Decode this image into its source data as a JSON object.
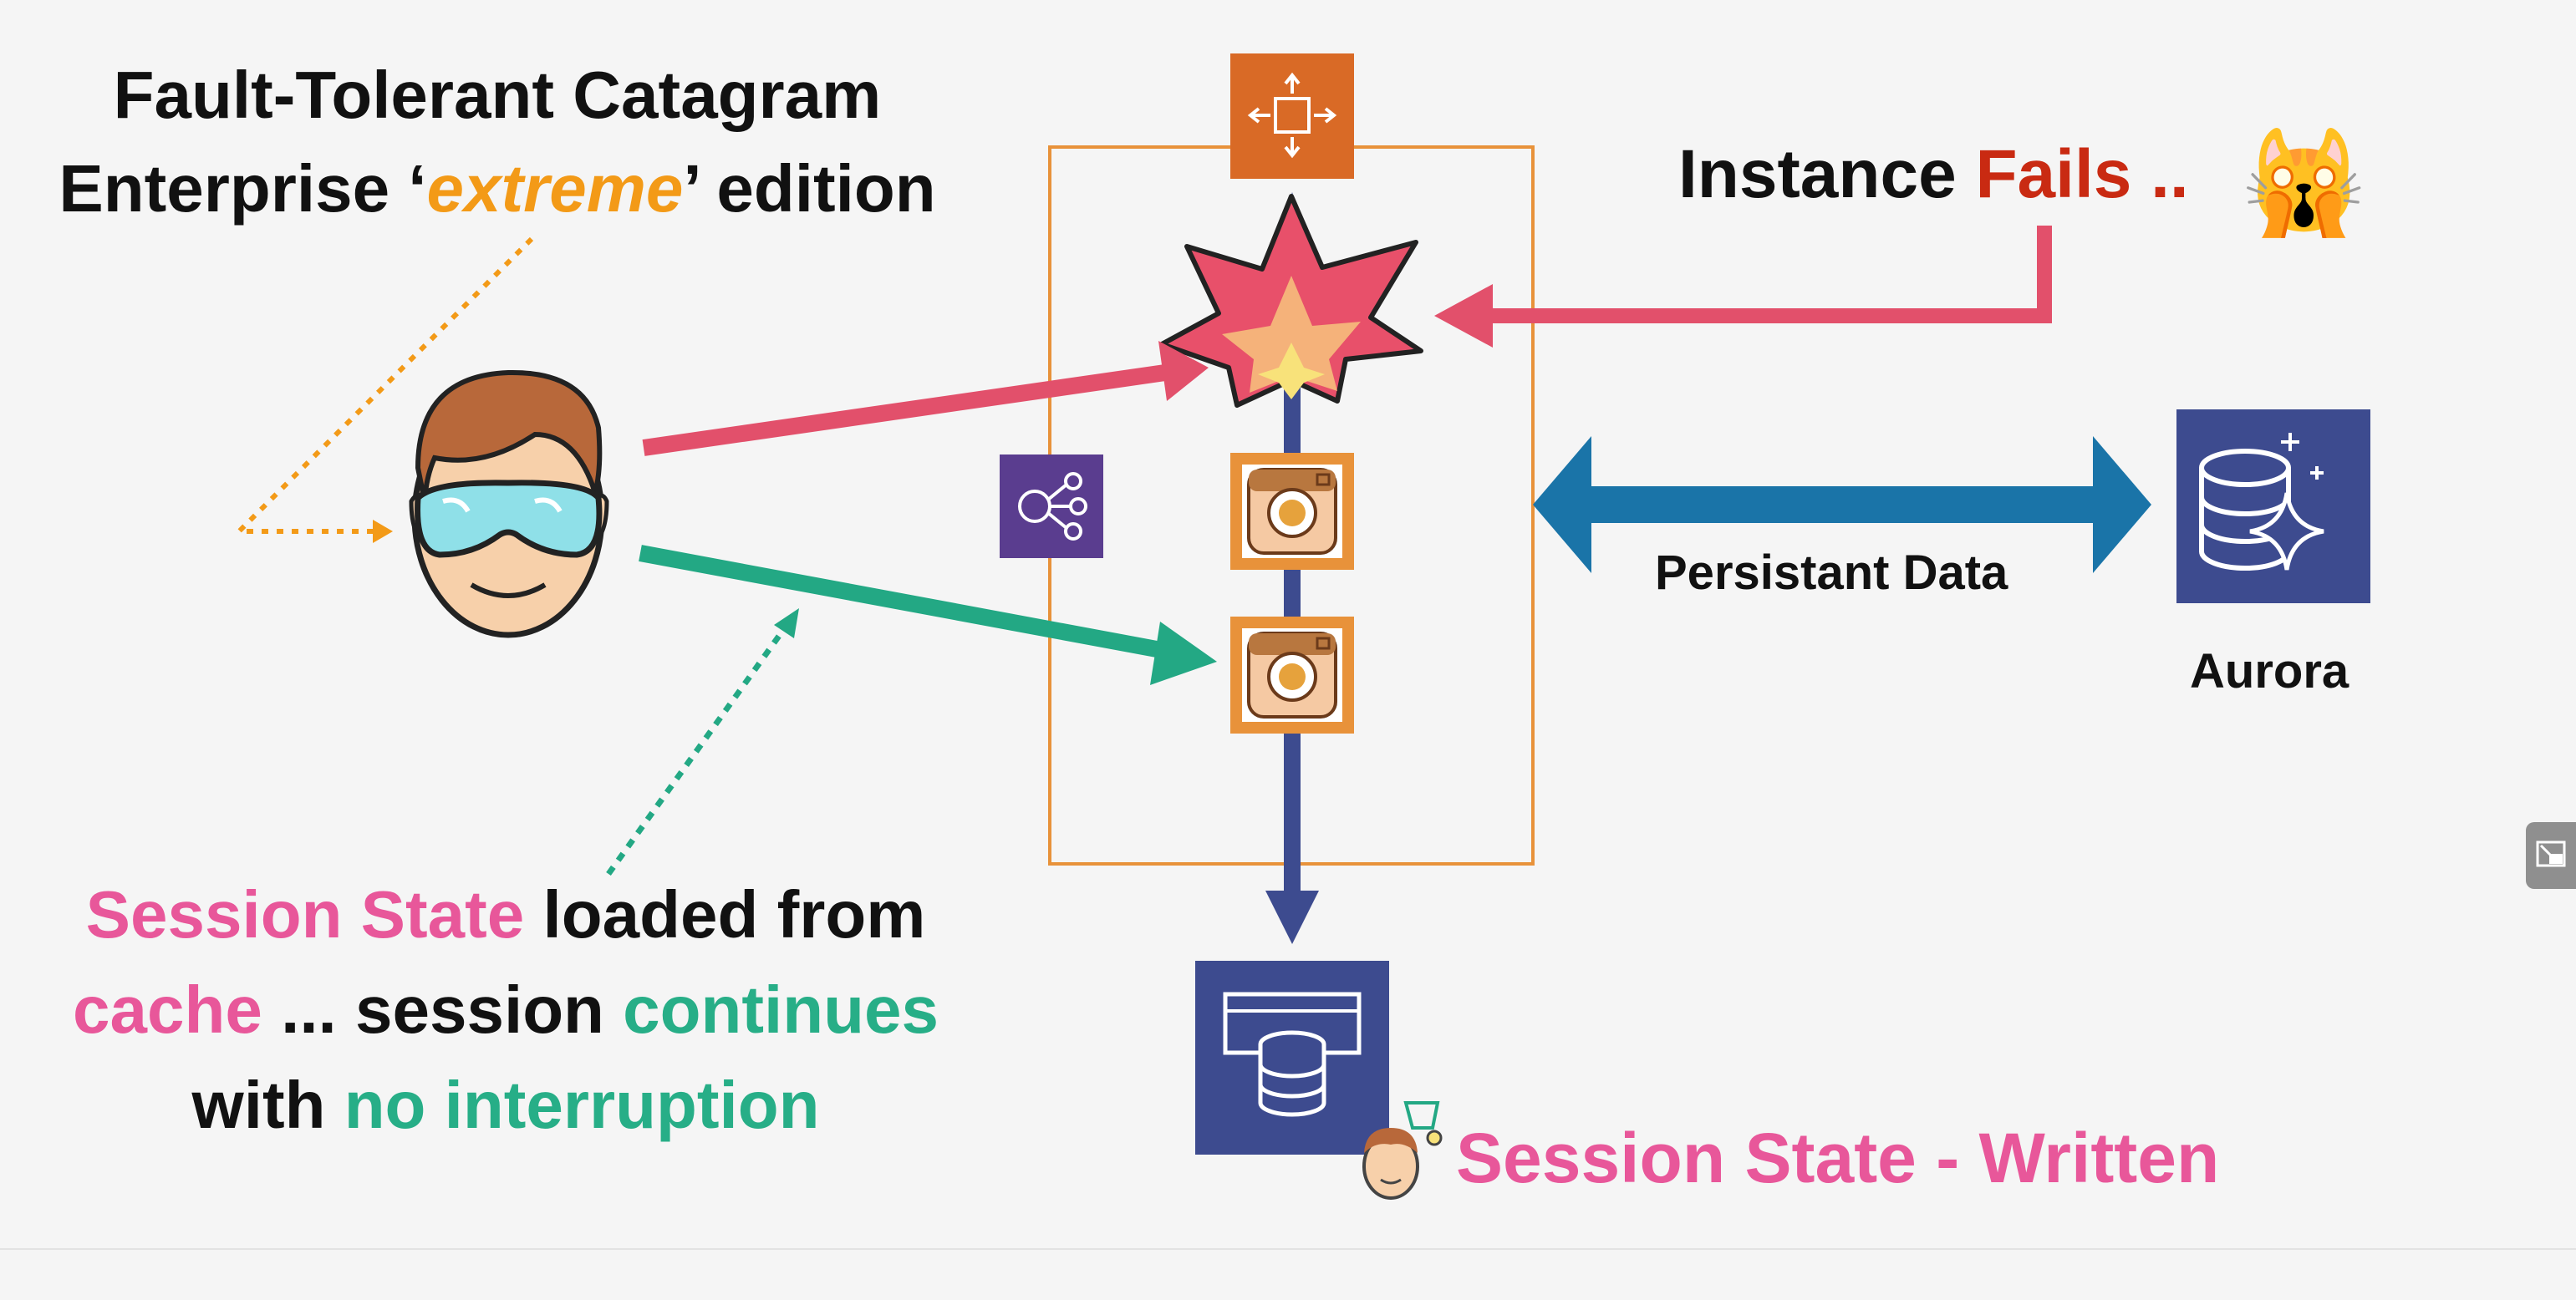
{
  "title": {
    "line1": "Fault-Tolerant Catagram",
    "line2_a": "Enterprise ‘",
    "line2_emph": "extreme",
    "line2_b": "’ edition"
  },
  "instance_fails": {
    "prefix": "Instance ",
    "fails": "Fails ..",
    "emoji": "🙀"
  },
  "persistent_label": "Persistant Data",
  "aurora_label": "Aurora",
  "session_text": {
    "l1_pink": "Session State",
    "l1_rest": " loaded from",
    "l2_pink": "cache",
    "l2_mid": " ... session ",
    "l2_green": "continues",
    "l3_a": "with ",
    "l3_green": "no interruption"
  },
  "written_label": "Session State - Written",
  "icons": {
    "auto_scaling": "auto-scaling-icon",
    "load_balancer": "load-balancer-icon",
    "explosion": "explosion-icon",
    "ec2_instance": "ec2-instance-icon",
    "elasticache": "elasticache-icon",
    "aurora": "aurora-database-icon",
    "user": "user-goggles-avatar",
    "shopper": "shopper-avatar-icon"
  },
  "colors": {
    "red_arrow": "#e2506b",
    "green_arrow": "#23a884",
    "blue_arrow": "#1a74a8",
    "navy": "#3d4b8f",
    "orange": "#f0a040",
    "aws_orange": "#d96a26",
    "aws_purple": "#5a3d8f",
    "pink_text": "#e8579a"
  }
}
